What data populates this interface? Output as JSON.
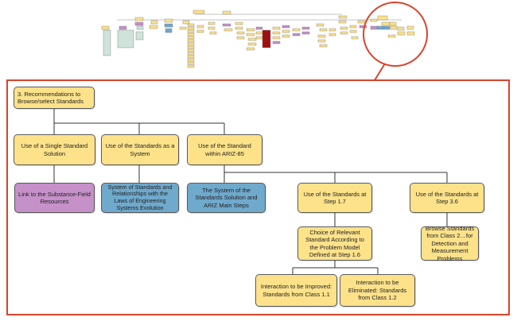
{
  "colors": {
    "accent_red": "#d9442b",
    "node_yellow": "#fde28a",
    "node_purple": "#c690c9",
    "node_blue": "#6fa9cc",
    "minimap_dark_red": "#a01010",
    "minimap_green": "#cfe3da"
  },
  "nodes": {
    "root": "3. Recommendations to Browse/select Standards",
    "single_standard": "Use of a Single Standard Solution",
    "as_system": "Use of the Standards as a System",
    "within_ariz": "Use of the Standard within ARIZ-85",
    "substance_field": "Link to the Substance-Field Resources",
    "system_of_standards": "System of Standards and Relationships with the Laws of Engineering Systems Evolution",
    "ariz_main_steps": "The System of the Standards Solution and ARIZ Main Steps",
    "step_1_7": "Use of the Standards at Step 1.7",
    "step_3_6": "Use of the Standards at Step 3.6",
    "choice_relevant": "Choice of Relevant Standard According to the Problem Model Defined at Step 1.6",
    "browse_class2": "Browse Standards from Class 2…for Detection and Measurement Problems",
    "improved_class_1_1": "Interaction to be Improved: Standards from Class 1.1",
    "eliminated_class_1_2": "Interaction to be Eliminated: Standards from Class 1.2"
  }
}
